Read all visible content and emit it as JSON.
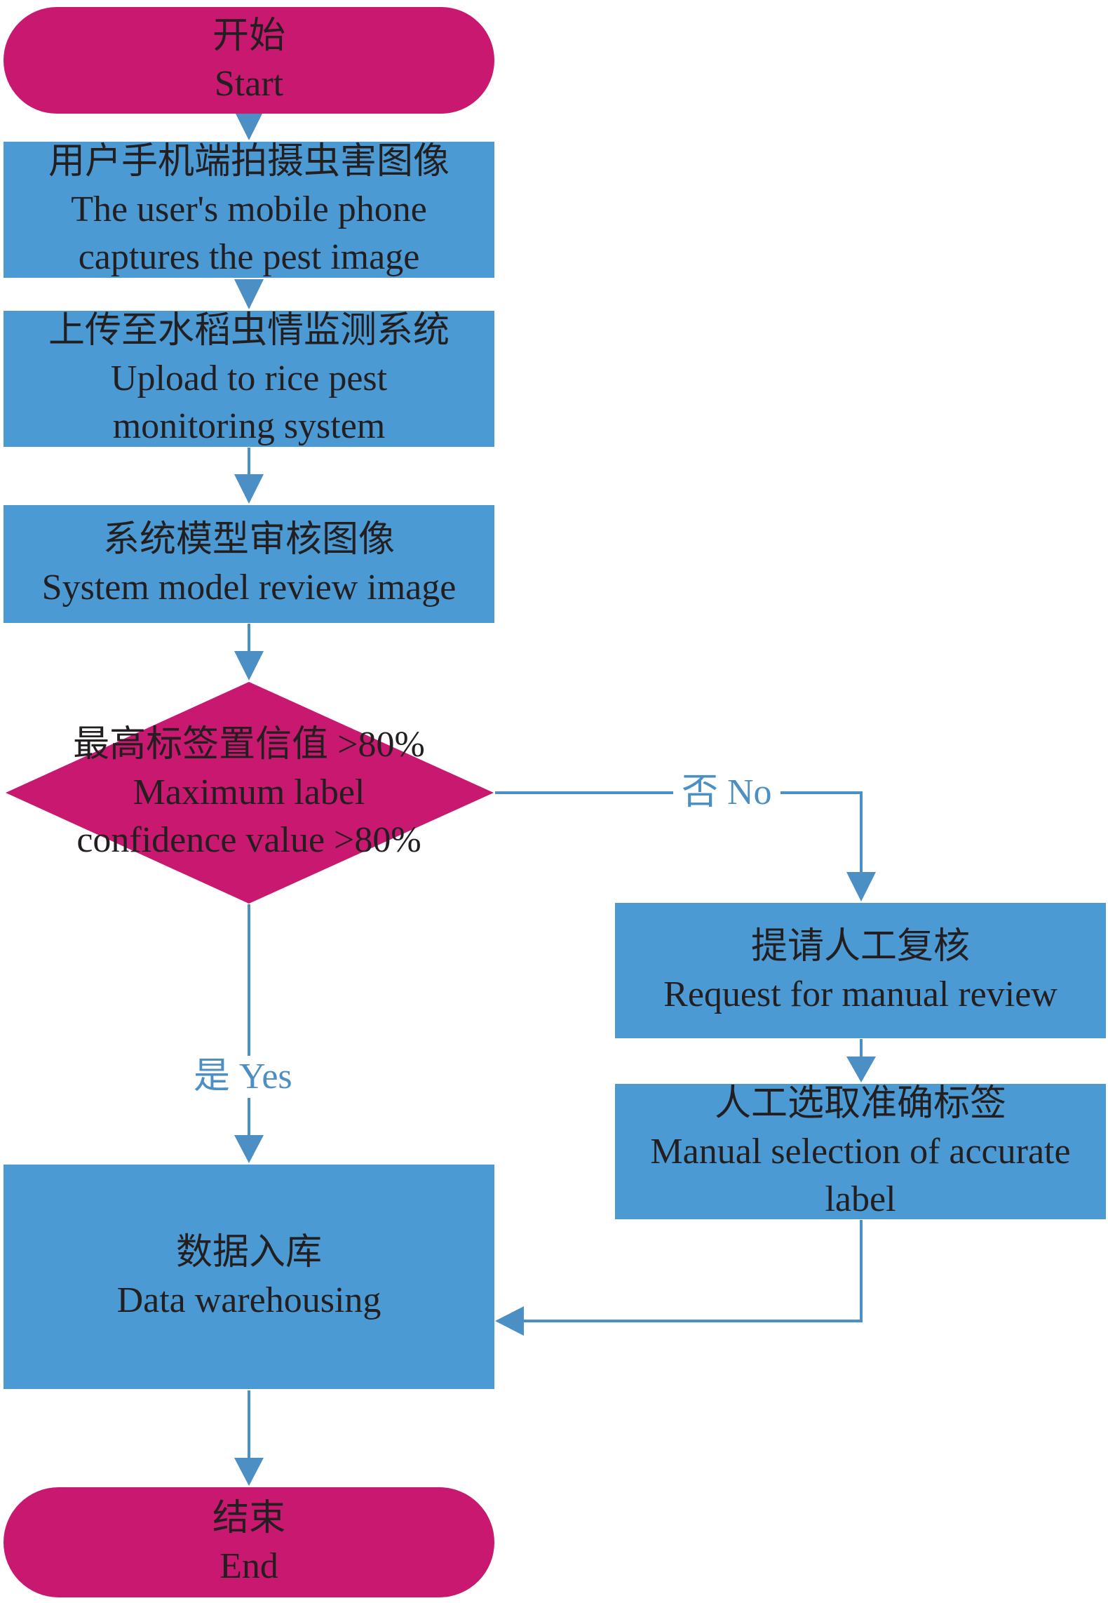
{
  "diagram": {
    "colors": {
      "terminal_fill": "#c8186f",
      "process_fill": "#4b9ad4",
      "decision_fill": "#c8186f",
      "connector": "#4b8fc4",
      "text": "#231f20",
      "edge_label": "#4b8fc4"
    },
    "nodes": {
      "start": {
        "zh": "开始",
        "en": "Start"
      },
      "capture": {
        "zh": "用户手机端拍摄虫害图像",
        "en_line1": "The user's mobile phone",
        "en_line2": "captures the pest image"
      },
      "upload": {
        "zh": "上传至水稻虫情监测系统",
        "en_line1": "Upload to rice pest",
        "en_line2": "monitoring system"
      },
      "review": {
        "zh": "系统模型审核图像",
        "en": "System model review image"
      },
      "decision": {
        "zh": "最高标签置信值 >80%",
        "en_line1": "Maximum label",
        "en_line2": "confidence value >80%"
      },
      "manual_request": {
        "zh": "提请人工复核",
        "en": "Request for manual review"
      },
      "manual_select": {
        "zh": "人工选取准确标签",
        "en_line1": "Manual selection of accurate",
        "en_line2": "label"
      },
      "warehouse": {
        "zh": "数据入库",
        "en": "Data warehousing"
      },
      "end": {
        "zh": "结束",
        "en": "End"
      }
    },
    "edges": {
      "no_label": "否 No",
      "yes_label": "是 Yes"
    }
  }
}
